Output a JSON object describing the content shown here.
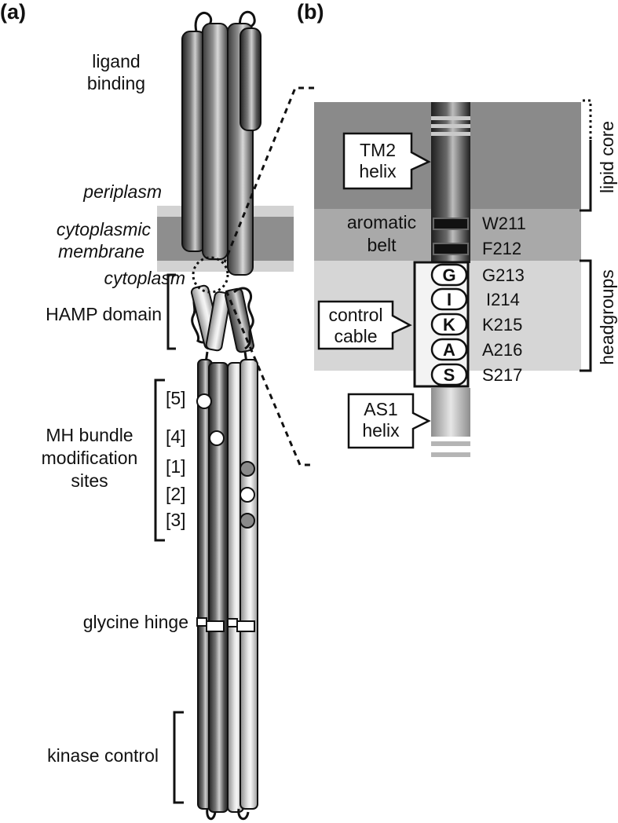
{
  "panels": {
    "a": "(a)",
    "b": "(b)"
  },
  "panel_a": {
    "ligand_binding": [
      "ligand",
      "binding"
    ],
    "periplasm": "periplasm",
    "membrane": [
      "cytoplasmic",
      "membrane"
    ],
    "cytoplasm": "cytoplasm",
    "hamp": "HAMP domain",
    "mh_bundle": [
      "MH bundle",
      "modification",
      "sites"
    ],
    "sites": [
      "[5]",
      "[4]",
      "[1]",
      "[2]",
      "[3]"
    ],
    "glycine_hinge": "glycine hinge",
    "kinase_control": "kinase control"
  },
  "panel_b": {
    "tm2_callout": [
      "TM2",
      "helix"
    ],
    "aromatic_belt": [
      "aromatic",
      "belt"
    ],
    "control_cable_callout": [
      "control",
      "cable"
    ],
    "as1_callout": [
      "AS1",
      "helix"
    ],
    "aromatic_residues": [
      "W211",
      "F212"
    ],
    "cable_letters": [
      "G",
      "I",
      "K",
      "A",
      "S"
    ],
    "cable_residues": [
      "G213",
      "I214",
      "K215",
      "A216",
      "S217"
    ],
    "lipid_core": "lipid core",
    "headgroups": "headgroups"
  },
  "colors": {
    "lipid_core": "#8a8a8a",
    "aromatic_band": "#a9a9a9",
    "headgroup_band": "#d6d6d6",
    "dark_helix": "#3c3c3c",
    "light_helix": "#b9b9b9"
  }
}
